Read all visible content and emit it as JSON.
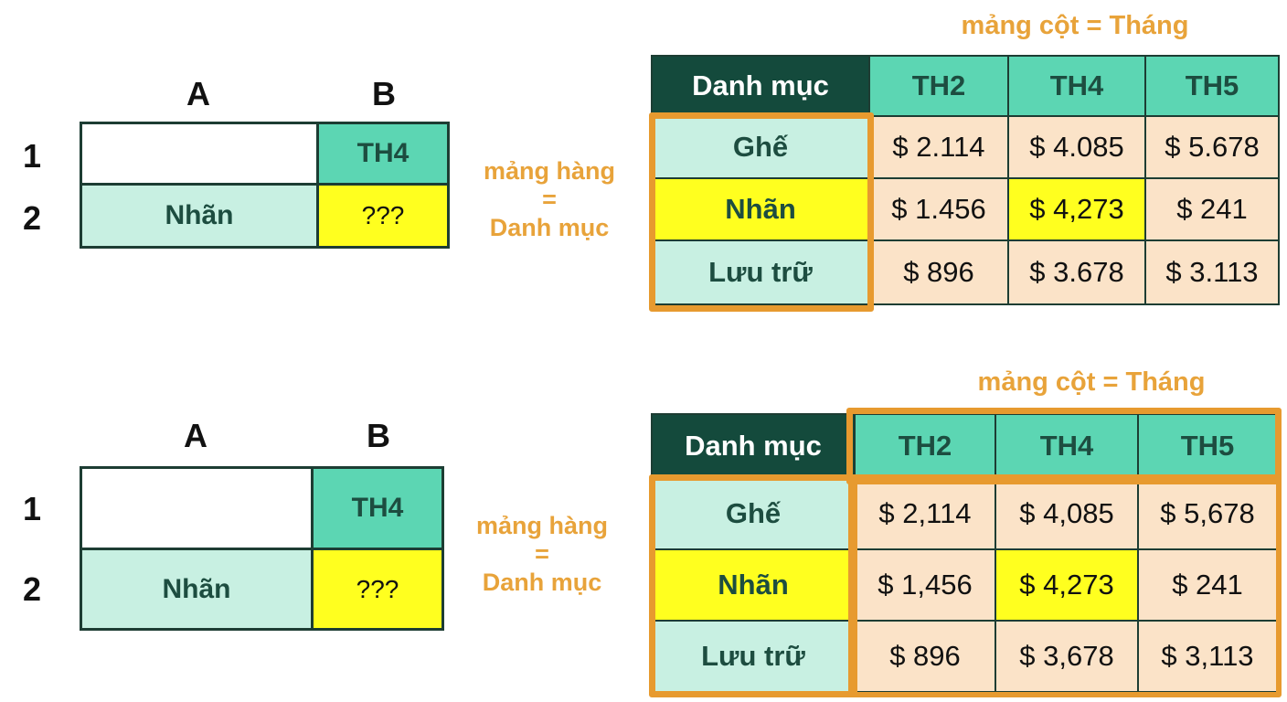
{
  "panels": [
    {
      "mini_sheet": {
        "col_a": "A",
        "col_b": "B",
        "row_1": "1",
        "row_2": "2",
        "b1": "TH4",
        "a2": "Nhãn",
        "b2": "???"
      },
      "row_array_note": [
        "mảng hàng",
        "=",
        "Danh mục"
      ],
      "col_array_note": "mảng cột = Tháng",
      "table": {
        "corner": "Danh mục",
        "months": [
          "TH2",
          "TH4",
          "TH5"
        ],
        "rows": [
          {
            "category": "Ghế",
            "values": [
              "$ 2.114",
              "$ 4.085",
              "$ 5.678"
            ]
          },
          {
            "category": "Nhãn",
            "values": [
              "$ 1.456",
              "$ 4,273",
              "$ 241"
            ]
          },
          {
            "category": "Lưu trữ",
            "values": [
              "$ 896",
              "$ 3.678",
              "$ 3.113"
            ]
          }
        ]
      }
    },
    {
      "mini_sheet": {
        "col_a": "A",
        "col_b": "B",
        "row_1": "1",
        "row_2": "2",
        "b1": "TH4",
        "a2": "Nhãn",
        "b2": "???"
      },
      "row_array_note": [
        "mảng hàng",
        "=",
        "Danh mục"
      ],
      "col_array_note": "mảng cột = Tháng",
      "table": {
        "corner": "Danh mục",
        "months": [
          "TH2",
          "TH4",
          "TH5"
        ],
        "rows": [
          {
            "category": "Ghế",
            "values": [
              "$ 2,114",
              "$ 4,085",
              "$ 5,678"
            ]
          },
          {
            "category": "Nhãn",
            "values": [
              "$ 1,456",
              "$ 4,273",
              "$ 241"
            ]
          },
          {
            "category": "Lưu trữ",
            "values": [
              "$ 896",
              "$ 3,678",
              "$ 3,113"
            ]
          }
        ]
      }
    }
  ],
  "colors": {
    "dark_green": "#144a3c",
    "teal": "#5cd6b3",
    "mint": "#c8f0e2",
    "yellow_highlight": "#ffff1f",
    "peach": "#fbe3c8",
    "orange_accent": "#e79a2f"
  }
}
